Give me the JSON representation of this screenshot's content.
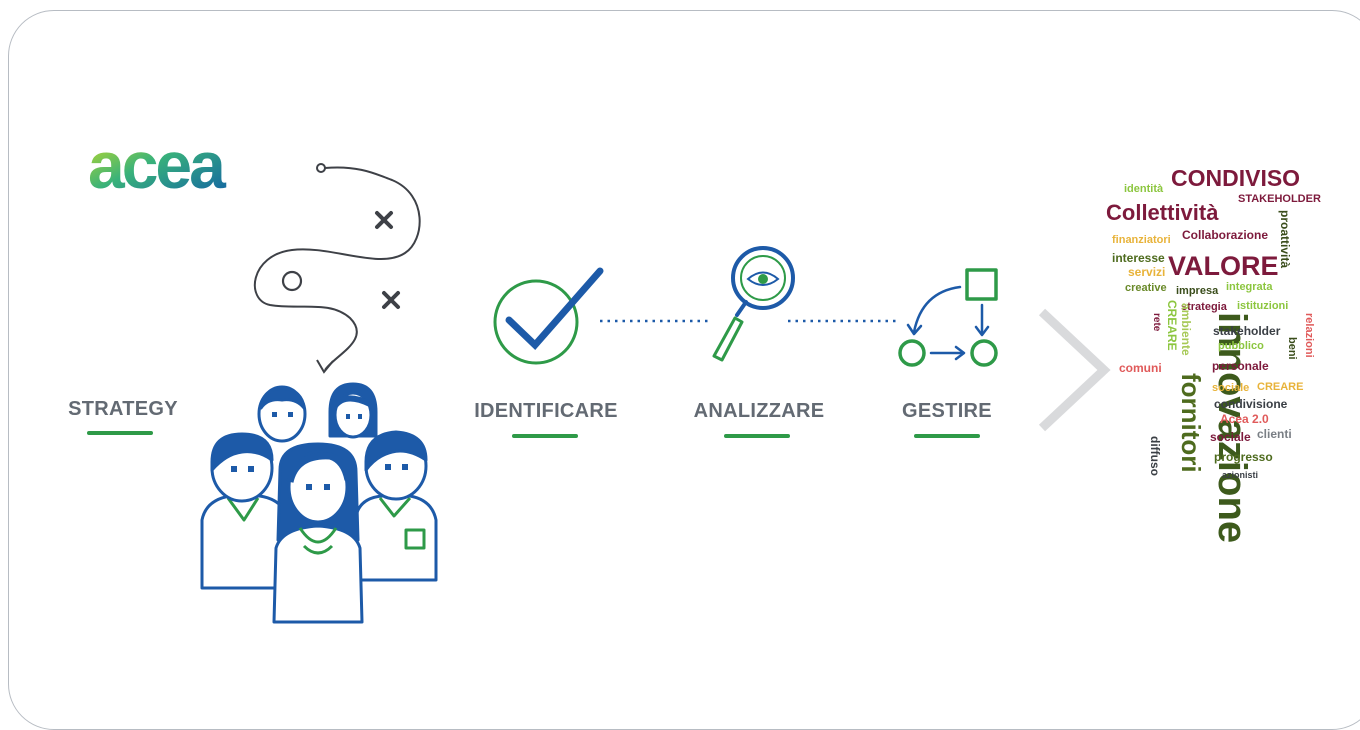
{
  "logo": {
    "text": "acea"
  },
  "steps": [
    {
      "label": "STRATEGY"
    },
    {
      "label": "IDENTIFICARE"
    },
    {
      "label": "ANALIZZARE"
    },
    {
      "label": "GESTIRE"
    }
  ],
  "colors": {
    "blue": "#1d5aa8",
    "green": "#2e9a48",
    "gray_text": "#636a73",
    "line": "#3e4147",
    "chevron": "#d9dadc"
  },
  "icons": [
    "checkmark-circle-icon",
    "magnifier-eye-icon",
    "workflow-icon",
    "people-group-icon"
  ],
  "word_cloud": [
    {
      "text": "CONDIVISO",
      "color": "#7d1a3c"
    },
    {
      "text": "identità",
      "color": "#8cc63f"
    },
    {
      "text": "STAKEHOLDER",
      "color": "#7d1a3c"
    },
    {
      "text": "Collettività",
      "color": "#7d1a3c"
    },
    {
      "text": "proattività",
      "color": "#3a4d1b"
    },
    {
      "text": "finanziatori",
      "color": "#e8b33a"
    },
    {
      "text": "Collaborazione",
      "color": "#7d1a3c"
    },
    {
      "text": "interesse",
      "color": "#4e6b1e"
    },
    {
      "text": "VALORE",
      "color": "#7d1a3c"
    },
    {
      "text": "servizi",
      "color": "#e8b33a"
    },
    {
      "text": "creative",
      "color": "#6a8a2a"
    },
    {
      "text": "impresa",
      "color": "#3a4d1b"
    },
    {
      "text": "integrata",
      "color": "#8cc63f"
    },
    {
      "text": "strategia",
      "color": "#7d1a3c"
    },
    {
      "text": "istituzioni",
      "color": "#8cc63f"
    },
    {
      "text": "CREARE",
      "color": "#8cc63f"
    },
    {
      "text": "ambiente",
      "color": "#a7c957"
    },
    {
      "text": "rete",
      "color": "#7d1a3c"
    },
    {
      "text": "innovazione",
      "color": "#3d5a1c"
    },
    {
      "text": "stakeholder",
      "color": "#3a3f45"
    },
    {
      "text": "pubblico",
      "color": "#8cc63f"
    },
    {
      "text": "beni",
      "color": "#3a4d1b"
    },
    {
      "text": "relazioni",
      "color": "#e05a5a"
    },
    {
      "text": "comuni",
      "color": "#e05a5a"
    },
    {
      "text": "personale",
      "color": "#7d1a3c"
    },
    {
      "text": "fornitori",
      "color": "#4e6b1e"
    },
    {
      "text": "sociale",
      "color": "#e8b33a"
    },
    {
      "text": "CREARE",
      "color": "#e8b33a"
    },
    {
      "text": "condivisione",
      "color": "#3a3f45"
    },
    {
      "text": "Acea 2.0",
      "color": "#e05a5a"
    },
    {
      "text": "sociale",
      "color": "#7d1a3c"
    },
    {
      "text": "clienti",
      "color": "#7a7f85"
    },
    {
      "text": "diffuso",
      "color": "#3a3f45"
    },
    {
      "text": "progresso",
      "color": "#4e6b1e"
    },
    {
      "text": "azionisti",
      "color": "#3a3f45"
    }
  ]
}
